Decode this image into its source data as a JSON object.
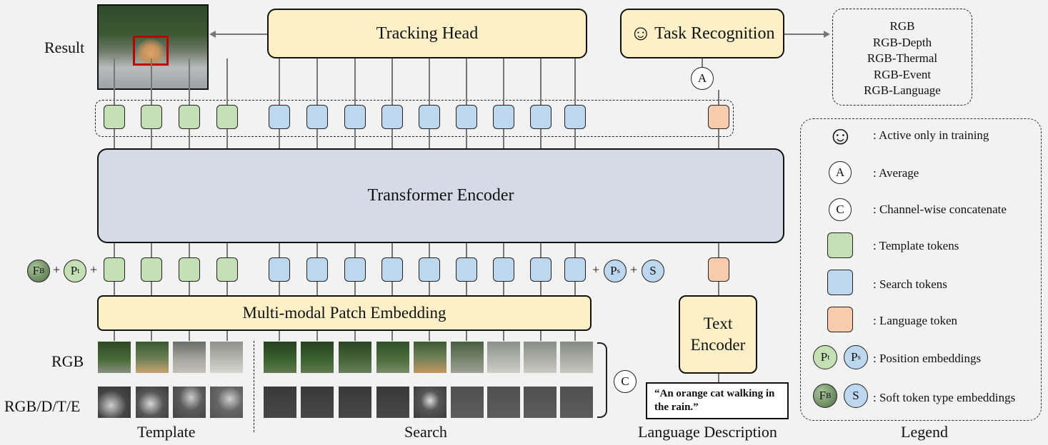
{
  "result_label": "Result",
  "tracking_head": "Tracking Head",
  "task_recognition": "Task Recognition",
  "task_list": [
    "RGB",
    "RGB-Depth",
    "RGB-Thermal",
    "RGB-Event",
    "RGB-Language"
  ],
  "transformer_encoder": "Transformer Encoder",
  "patch_embedding": "Multi-modal Patch Embedding",
  "text_encoder_line1": "Text",
  "text_encoder_line2": "Encoder",
  "language_quote": "“An orange cat walking in the rain.”",
  "row_rgb": "RGB",
  "row_rgbdte": "RGB/D/T/E",
  "template_label": "Template",
  "search_label": "Search",
  "language_description_label": "Language Description",
  "legend_label": "Legend",
  "symbols": {
    "average": "A",
    "concat": "C",
    "soft": "S",
    "fb_main": "F",
    "fb_sub": "B",
    "p_main": "P",
    "pt_sub": "t",
    "ps_sub": "s",
    "smiley": "☺",
    "plus": "+"
  },
  "legend": {
    "active_training": ": Active only in training",
    "average": ": Average",
    "concat": ": Channel-wise concatenate",
    "template_tokens": ": Template tokens",
    "search_tokens": ": Search tokens",
    "language_token": ": Language token",
    "position_embeddings": ": Position embeddings",
    "soft_token": ": Soft token type embeddings"
  },
  "colors": {
    "template_token": "#c5e0b4",
    "search_token": "#bdd7ee",
    "language_token": "#f8cbad",
    "yellow_box": "#fdf0c7",
    "encoder_box": "#d4dbe6",
    "result_box": "#cc0000"
  }
}
